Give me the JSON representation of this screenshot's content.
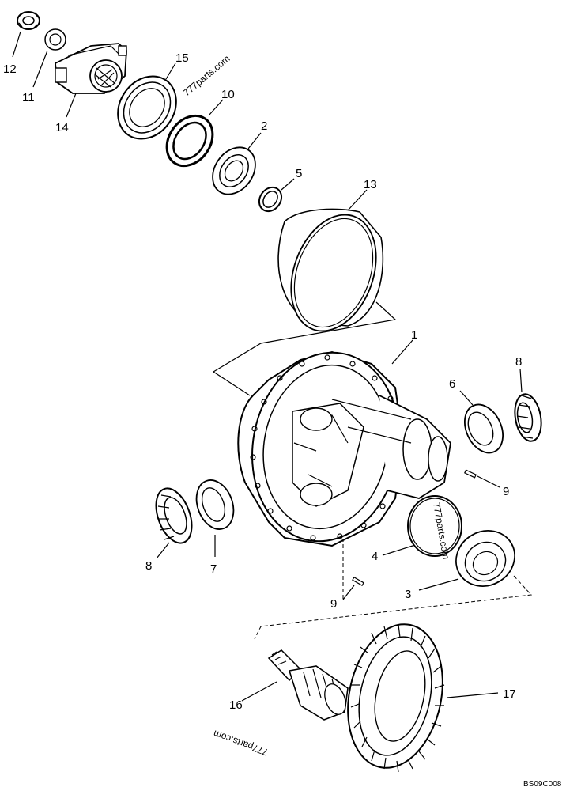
{
  "diagram": {
    "callouts": {
      "c1": "1",
      "c2": "2",
      "c3": "3",
      "c4": "4",
      "c5": "5",
      "c6": "6",
      "c7": "7",
      "c8a": "8",
      "c8b": "8",
      "c9a": "9",
      "c9b": "9",
      "c10": "10",
      "c11": "11",
      "c12": "12",
      "c13": "13",
      "c14": "14",
      "c15": "15",
      "c16": "16",
      "c17": "17"
    },
    "watermarks": {
      "w1": "777parts.com",
      "w2": "777parts.com",
      "w3": "777parts.com"
    },
    "reference_code": "BS09C008"
  }
}
